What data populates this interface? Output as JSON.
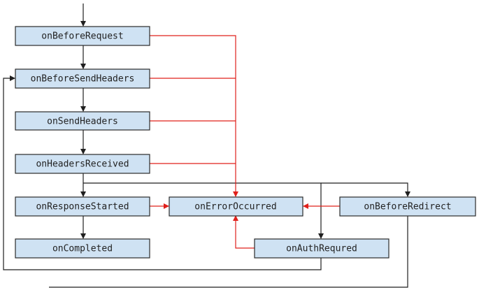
{
  "nodes": {
    "on_before_request": "onBeforeRequest",
    "on_before_send_headers": "onBeforeSendHeaders",
    "on_send_headers": "onSendHeaders",
    "on_headers_received": "onHeadersReceived",
    "on_response_started": "onResponseStarted",
    "on_completed": "onCompleted",
    "on_error_occurred": "onErrorOccurred",
    "on_before_redirect": "onBeforeRedirect",
    "on_auth_required": "onAuthRequred"
  },
  "colors": {
    "node_fill": "#cfe2f3",
    "normal_flow": "#1f1f1f",
    "error_flow": "#e0201b"
  }
}
